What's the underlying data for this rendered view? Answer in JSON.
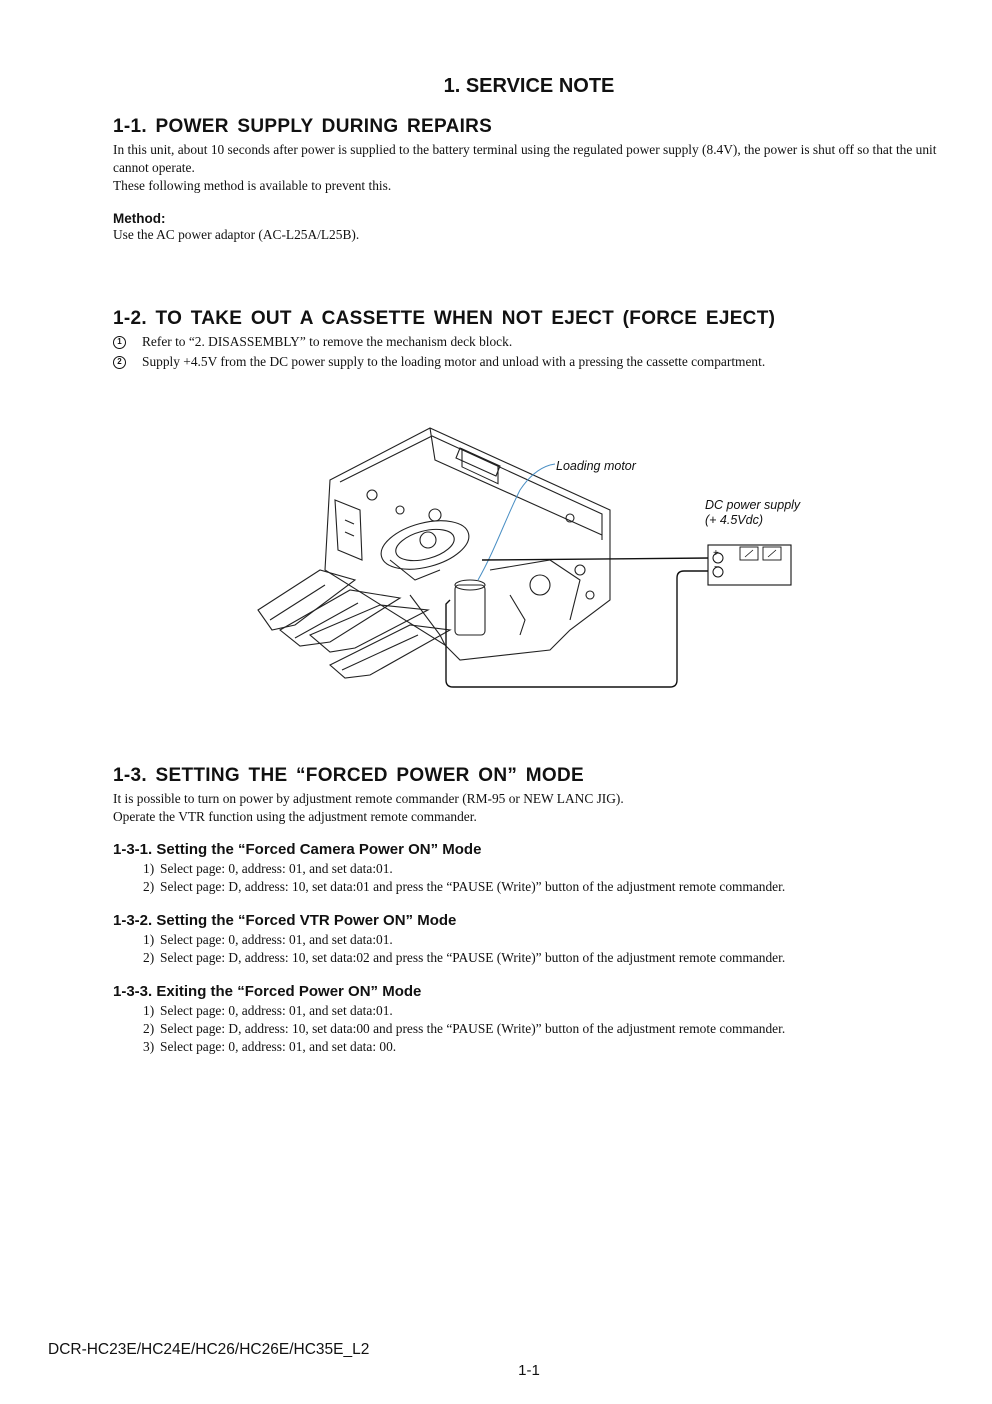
{
  "page_title": "1. SERVICE NOTE",
  "s1": {
    "heading": "1-1.  POWER  SUPPLY  DURING  REPAIRS",
    "para1": "In this unit, about 10 seconds after power is supplied to the battery terminal using the regulated power supply (8.4V), the power is shut off so that the unit cannot operate.",
    "para2": "These following method is available to prevent this.",
    "method_label": "Method:",
    "method_text": "Use the AC power adaptor (AC-L25A/L25B)."
  },
  "s2": {
    "heading": "1-2.  TO  TAKE  OUT  A  CASSETTE  WHEN  NOT  EJECT (FORCE  EJECT)",
    "steps": [
      {
        "num": "1",
        "text": "Refer to “2. DISASSEMBLY” to remove the mechanism deck block."
      },
      {
        "num": "2",
        "text": "Supply +4.5V from the DC power supply to the loading motor and unload with a pressing the cassette compartment."
      }
    ],
    "diagram": {
      "loading_motor_label": "Loading motor",
      "dc_supply_label_1": "DC power supply",
      "dc_supply_label_2": "(+ 4.5Vdc)",
      "plus_symbol": "+",
      "minus_symbol": "−"
    }
  },
  "s3": {
    "heading": "1-3.  SETTING  THE  “FORCED  POWER  ON”  MODE",
    "para1": "It is possible to turn on power by adjustment remote commander (RM-95 or NEW LANC JIG).",
    "para2": "Operate the VTR function using the adjustment remote commander.",
    "sub": [
      {
        "heading": "1-3-1. Setting the “Forced Camera Power ON” Mode",
        "items": [
          {
            "n": "1)",
            "text": "Select page: 0, address: 01, and set data:01."
          },
          {
            "n": "2)",
            "text": "Select page: D, address: 10, set data:01 and press the “PAUSE (Write)” button of the adjustment remote commander."
          }
        ]
      },
      {
        "heading": "1-3-2. Setting the “Forced VTR Power ON” Mode",
        "items": [
          {
            "n": "1)",
            "text": "Select page: 0, address: 01, and set data:01."
          },
          {
            "n": "2)",
            "text": "Select page: D, address: 10, set data:02 and press the “PAUSE (Write)” button of the adjustment remote commander."
          }
        ]
      },
      {
        "heading": "1-3-3. Exiting the “Forced Power ON” Mode",
        "items": [
          {
            "n": "1)",
            "text": "Select page: 0, address: 01, and set data:01."
          },
          {
            "n": "2)",
            "text": "Select page: D, address: 10, set data:00 and press the “PAUSE (Write)” button of the adjustment remote commander."
          },
          {
            "n": "3)",
            "text": "Select page: 0, address: 01, and set data: 00."
          }
        ]
      }
    ]
  },
  "footer": {
    "model": "DCR-HC23E/HC24E/HC26/HC26E/HC35E_L2",
    "page": "1-1"
  }
}
